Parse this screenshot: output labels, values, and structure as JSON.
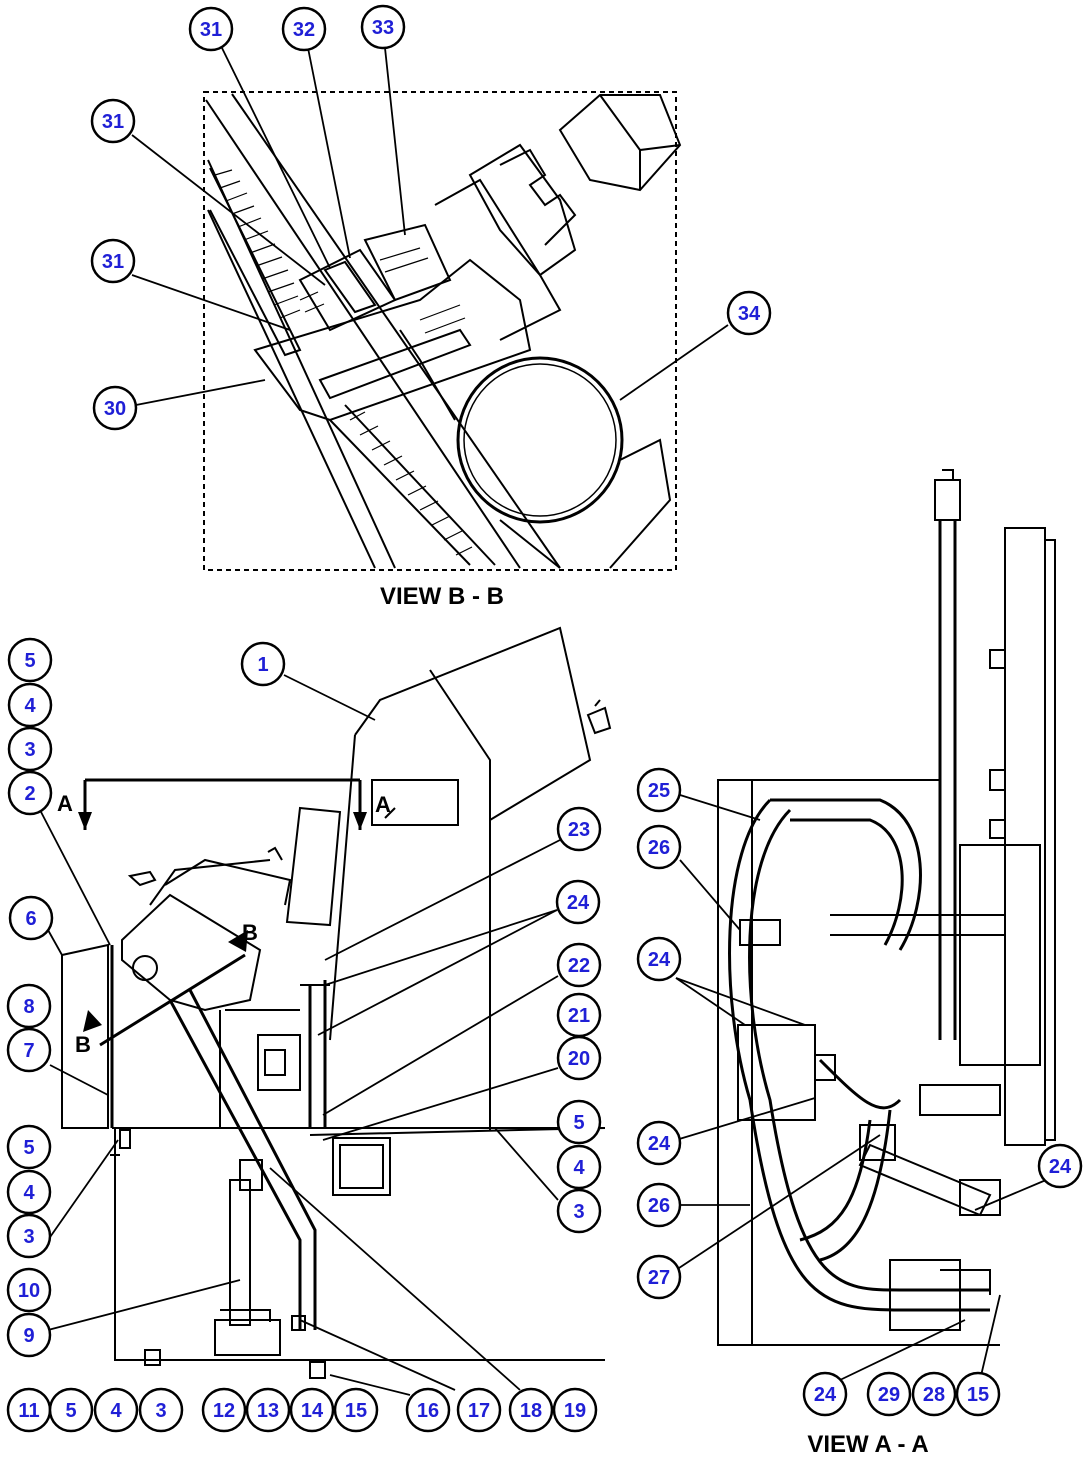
{
  "views": {
    "view_b": "VIEW B - B",
    "view_a": "VIEW A - A"
  },
  "section_marks": {
    "a_left": "A",
    "a_right": "A",
    "b_upper": "B",
    "b_lower": "B"
  },
  "callouts": {
    "c31a": "31",
    "c32": "32",
    "c33": "33",
    "c31b": "31",
    "c31c": "31",
    "c34": "34",
    "c30": "30",
    "c1": "1",
    "lc5a": "5",
    "lc4a": "4",
    "lc3a": "3",
    "lc2": "2",
    "lc6": "6",
    "lc8": "8",
    "lc7": "7",
    "lc5b": "5",
    "lc4b": "4",
    "lc3b": "3",
    "lc10": "10",
    "lc9": "9",
    "b11": "11",
    "b5": "5",
    "b4": "4",
    "b3": "3",
    "b12": "12",
    "b13": "13",
    "b14": "14",
    "b15": "15",
    "b16": "16",
    "b17": "17",
    "b18": "18",
    "b19": "19",
    "r23": "23",
    "r24": "24",
    "r22": "22",
    "r21": "21",
    "r20": "20",
    "r5": "5",
    "r4": "4",
    "r3": "3",
    "a25": "25",
    "a26a": "26",
    "a24a": "24",
    "a24b": "24",
    "a26b": "26",
    "a27": "27",
    "a24c": "24",
    "a24d": "24",
    "a29": "29",
    "a28": "28",
    "a15": "15"
  },
  "colors": {
    "callout_text": "#1f1fd6",
    "line": "#000000",
    "background": "#ffffff"
  }
}
